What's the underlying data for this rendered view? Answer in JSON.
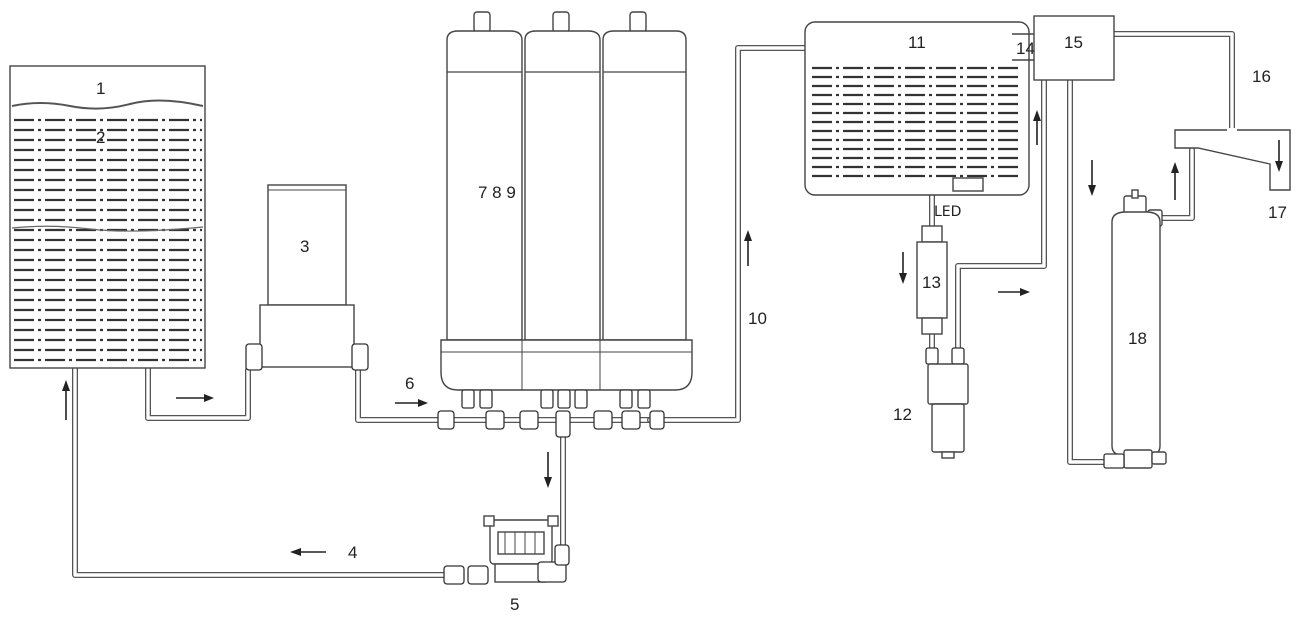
{
  "labels": {
    "l1": "1",
    "l2": "2",
    "l3": "3",
    "l4": "4",
    "l5": "5",
    "l6": "6",
    "l789": "7 8 9",
    "l10": "10",
    "l11": "11",
    "l12": "12",
    "l13": "13",
    "l14": "14",
    "l15": "15",
    "l16": "16",
    "l17": "17",
    "l18": "18",
    "led": "LED"
  }
}
